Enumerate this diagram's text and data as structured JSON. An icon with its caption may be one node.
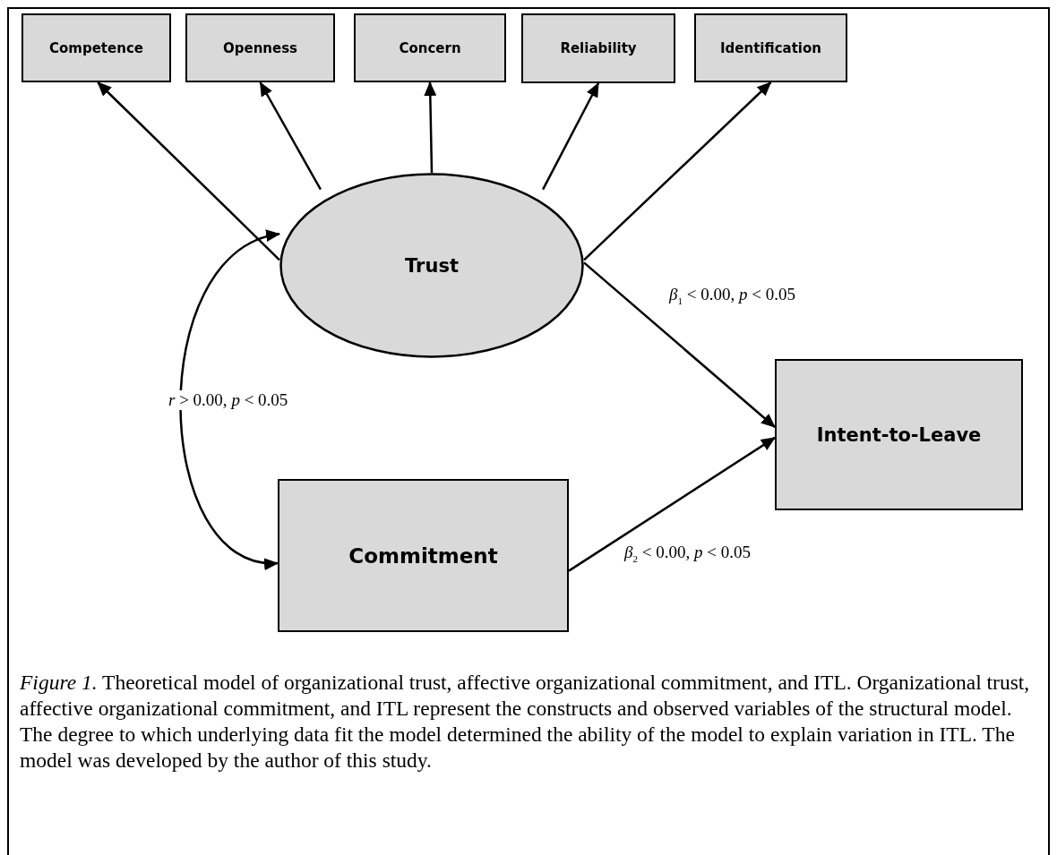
{
  "diagram": {
    "caption": "*Figure 1.* Theoretical model of organizational trust, affective organizational commitment, and ITL. Organizational trust, affective organizational commitment, and ITL represent the constructs and observed variables of the structural model. The degree to which underlying data fit the model determined the ability of the model to explain variation in ITL. The model was developed by the author of this study.",
    "nodes": [
      {
        "text": [
          "Competence"
        ]
      },
      {
        "text": [
          "Openness"
        ]
      },
      {
        "text": [
          "Concern"
        ]
      },
      {
        "text": [
          "Reliability"
        ]
      },
      {
        "text": [
          "Identification"
        ]
      },
      {
        "text": [
          "Trust"
        ]
      },
      {
        "text": [
          "Intent-to-Leave"
        ]
      },
      {
        "text": [
          "Commitment"
        ]
      }
    ],
    "edges": [
      {
        "from": 5,
        "to": 0,
        "arrow": "to"
      },
      {
        "from": 5,
        "to": 1,
        "arrow": "to"
      },
      {
        "from": 5,
        "to": 2,
        "arrow": "to"
      },
      {
        "from": 5,
        "to": 3,
        "arrow": "to"
      },
      {
        "from": 5,
        "to": 4,
        "arrow": "to"
      },
      {
        "from": 5,
        "to": 6,
        "arrow": "to",
        "label": "*β*$_{1}$ < 0.00, *p* < 0.05"
      },
      {
        "from": 7,
        "to": 6,
        "arrow": "to",
        "label": "*β*$_{2}$ < 0.00, *p* < 0.05"
      },
      {
        "from": 5,
        "to": 7,
        "arrow": "both",
        "label": "*r* > 0.00, *p* < 0.05"
      }
    ]
  }
}
